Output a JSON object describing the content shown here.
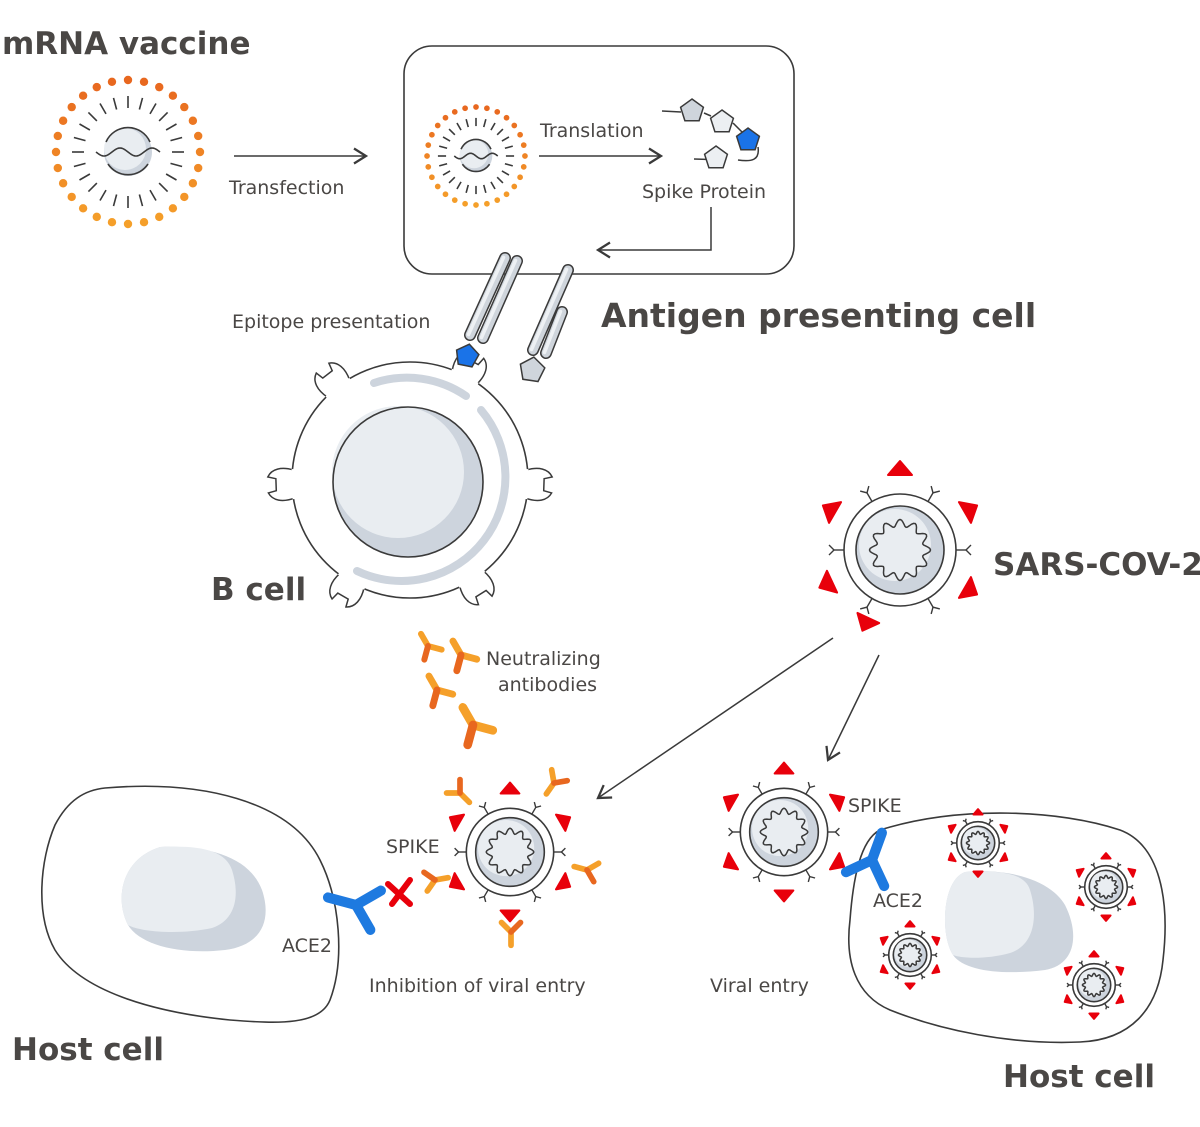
{
  "labels": {
    "mrna_vaccine": "mRNA vaccine",
    "transfection": "Transfection",
    "translation": "Translation",
    "spike_protein": "Spike Protein",
    "antigen_presenting_cell": "Antigen presenting cell",
    "epitope_presentation": "Epitope presentation",
    "b_cell": "B cell",
    "sars_cov_2": "SARS-COV-2",
    "neutralizing_antibodies_line1": "Neutralizing",
    "neutralizing_antibodies_line2": "antibodies",
    "spike_left": "SPIKE",
    "ace2_left": "ACE2",
    "inhibition_of_viral_entry": "Inhibition of viral entry",
    "host_cell_left": "Host cell",
    "spike_right": "SPIKE",
    "ace2_right": "ACE2",
    "viral_entry": "Viral entry",
    "host_cell_right": "Host cell"
  },
  "colors": {
    "text": "#4a4745",
    "outline": "#3a3a3a",
    "orange_light": "#f5a02a",
    "orange_dark": "#e8671f",
    "spike_red": "#e8000b",
    "ace2_blue": "#1e7ae0",
    "epitope_blue": "#1a73e8",
    "nucleus_light": "#e9edf1",
    "nucleus_shade": "#cdd4dd",
    "protein_gray": "#cfd5dc",
    "protein_light": "#eceff2"
  },
  "flow": [
    {
      "from": "mRNA vaccine",
      "to": "Antigen presenting cell",
      "label": "Transfection"
    },
    {
      "from": "mRNA",
      "to": "Spike Protein",
      "label": "Translation"
    },
    {
      "from": "Antigen presenting cell",
      "to": "B cell",
      "label": "Epitope presentation"
    },
    {
      "from": "B cell",
      "to": "Neutralizing antibodies"
    },
    {
      "from": "SARS-COV-2",
      "to": "Inhibition of viral entry"
    },
    {
      "from": "SARS-COV-2",
      "to": "Viral entry"
    }
  ]
}
